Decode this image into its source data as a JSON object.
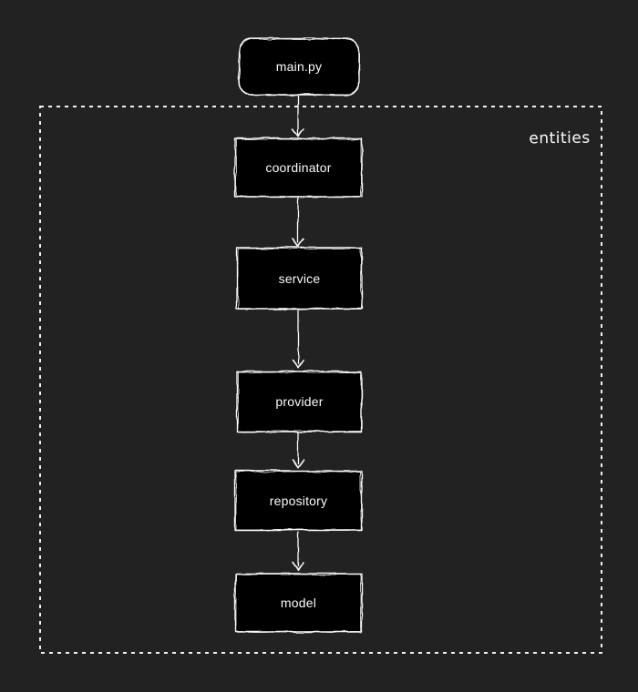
{
  "diagram": {
    "type": "flowchart",
    "group_label": "entities",
    "nodes": [
      {
        "id": "main-py",
        "label": "main.py",
        "shape": "rounded-rectangle"
      },
      {
        "id": "coordinator",
        "label": "coordinator",
        "shape": "rectangle"
      },
      {
        "id": "service",
        "label": "service",
        "shape": "rectangle"
      },
      {
        "id": "provider",
        "label": "provider",
        "shape": "rectangle"
      },
      {
        "id": "repository",
        "label": "repository",
        "shape": "rectangle"
      },
      {
        "id": "model",
        "label": "model",
        "shape": "rectangle"
      }
    ],
    "edges": [
      {
        "from": "main.py",
        "to": "coordinator"
      },
      {
        "from": "coordinator",
        "to": "service"
      },
      {
        "from": "service",
        "to": "provider"
      },
      {
        "from": "provider",
        "to": "repository"
      },
      {
        "from": "repository",
        "to": "model"
      }
    ],
    "group_contains": [
      "coordinator",
      "service",
      "provider",
      "repository",
      "model"
    ],
    "colors": {
      "background": "#222222",
      "node_fill": "#060606",
      "stroke": "#fafafa",
      "text": "#fafafa"
    }
  }
}
